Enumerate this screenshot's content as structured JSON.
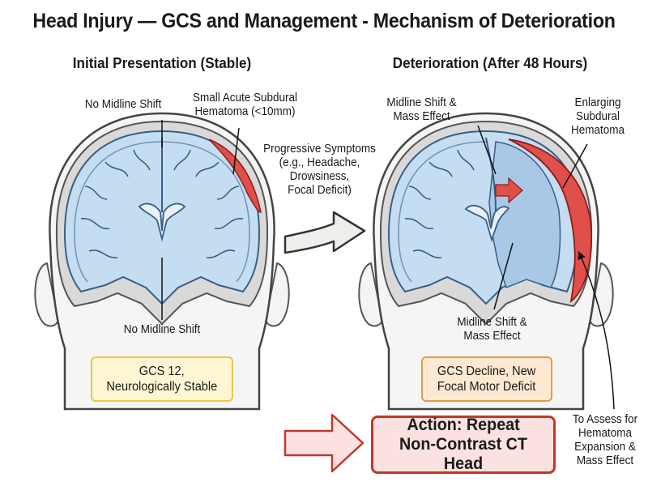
{
  "title": "Head Injury — GCS and Management - Mechanism of Deterioration",
  "left_panel": {
    "heading": "Initial Presentation (Stable)",
    "label_top": "No Midline Shift",
    "label_bottom": "No Midline Shift",
    "hematoma_line1": "Small Acute Subdural",
    "hematoma_line2": "Hematoma (<10mm)",
    "status_line1": "GCS 12,",
    "status_line2": "Neurologically Stable"
  },
  "transition": {
    "line1": "Progressive Symptoms",
    "line2": "(e.g., Headache,",
    "line3": "Drowsiness,",
    "line4": "Focal Deficit)"
  },
  "right_panel": {
    "heading": "Deterioration (After 48 Hours)",
    "shift_top_line1": "Midline Shift &",
    "shift_top_line2": "Mass Effect",
    "shift_bottom_line1": "Midline Shift &",
    "shift_bottom_line2": "Mass Effect",
    "hematoma_line1": "Enlarging",
    "hematoma_line2": "Subdural",
    "hematoma_line3": "Hematoma",
    "status_line1": "GCS Decline, New",
    "status_line2": "Focal Motor Deficit"
  },
  "action": {
    "line1": "Action: Repeat",
    "line2": "Non-Contrast CT Head",
    "assess_line1": "To Assess for",
    "assess_line2": "Hematoma",
    "assess_line3": "Expansion &",
    "assess_line4": "Mass Effect"
  },
  "colors": {
    "brain_fill": "#c5ddf0",
    "brain_shift_fill": "#a9c8e6",
    "brain_outline": "#3a5f85",
    "skull": "#d9d9d9",
    "hematoma": "#e04f4a",
    "stable_box": "#fdf6d3",
    "decline_box": "#fde8d2",
    "action_box": "#fbe1df"
  }
}
